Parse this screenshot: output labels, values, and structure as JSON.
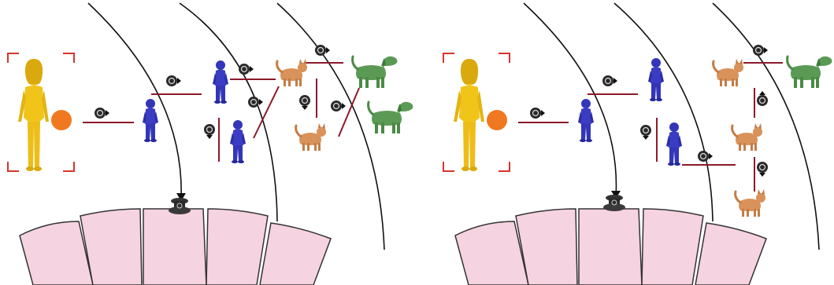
{
  "colors": {
    "woman": "#f0c419",
    "woman_shade": "#d9a90e",
    "ball": "#f07820",
    "blue_figure": "#3336b8",
    "cat": "#d9925a",
    "dog": "#5a9a55",
    "connector": "#8b1a2a",
    "frame": "#d9342b",
    "arc": "#111111",
    "token": "#2a2a2a",
    "chamber": "#f6d3e1",
    "chamber_border": "#333333"
  },
  "icons": [
    "woman-figure",
    "ball",
    "blue-figure",
    "cat",
    "dog",
    "marker-token",
    "anchor-token",
    "bracket-frame"
  ]
}
